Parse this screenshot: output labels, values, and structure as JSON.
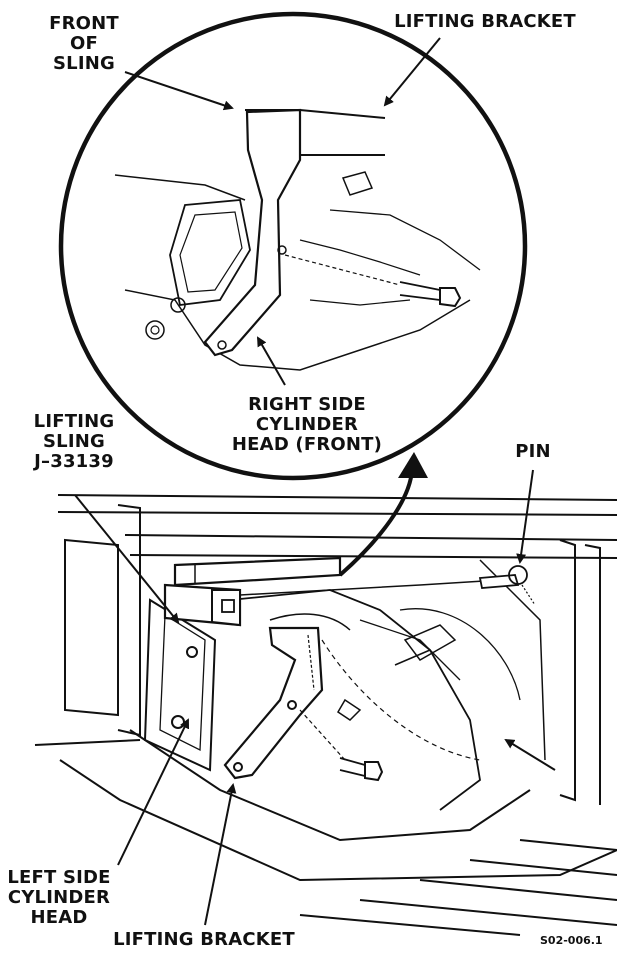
{
  "labels": {
    "front_of_sling": [
      "FRONT",
      "OF",
      "SLING"
    ],
    "lifting_bracket_top": "LIFTING BRACKET",
    "right_side_head": [
      "RIGHT SIDE",
      "CYLINDER",
      "HEAD (FRONT)"
    ],
    "lifting_sling": [
      "LIFTING",
      "SLING",
      "J–33139"
    ],
    "pin": "PIN",
    "left_side_head": [
      "LEFT SIDE",
      "CYLINDER",
      "HEAD"
    ],
    "lifting_bracket_bottom": "LIFTING BRACKET"
  },
  "figure_id": "S02-006.1"
}
